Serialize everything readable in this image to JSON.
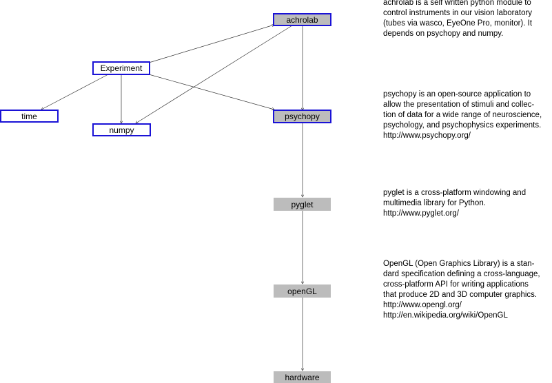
{
  "nodes": {
    "achrolab": "achrolab",
    "experiment": "Experiment",
    "time": "time",
    "numpy": "numpy",
    "psychopy": "psychopy",
    "pyglet": "pyglet",
    "opengl": "openGL",
    "hardware": "hardware"
  },
  "descriptions": {
    "achrolab": [
      "achrolab is a self written python module to",
      "control instruments in our vision laboratory",
      "(tubes via wasco, EyeOne Pro, monitor).  It",
      "depends on psychopy and numpy."
    ],
    "psychopy": [
      "psychopy is an open-source application to",
      "allow the presentation of stimuli and collec-",
      "tion of data for a wide range of neuroscience,",
      "psychology, and psychophysics experiments.",
      "http://www.psychopy.org/"
    ],
    "pyglet": [
      "pyglet is a cross-platform windowing and",
      "multimedia library for Python.",
      "http://www.pyglet.org/"
    ],
    "opengl": [
      "OpenGL (Open Graphics Library) is a stan-",
      "dard specification defining a cross-language,",
      "cross-platform API for writing applications",
      "that produce 2D and 3D computer graphics.",
      "http://www.opengl.org/",
      "http://en.wikipedia.org/wiki/OpenGL"
    ]
  },
  "colors": {
    "border": "#1a12d6",
    "fill": "#bcbcbc",
    "edge": "#333333"
  }
}
